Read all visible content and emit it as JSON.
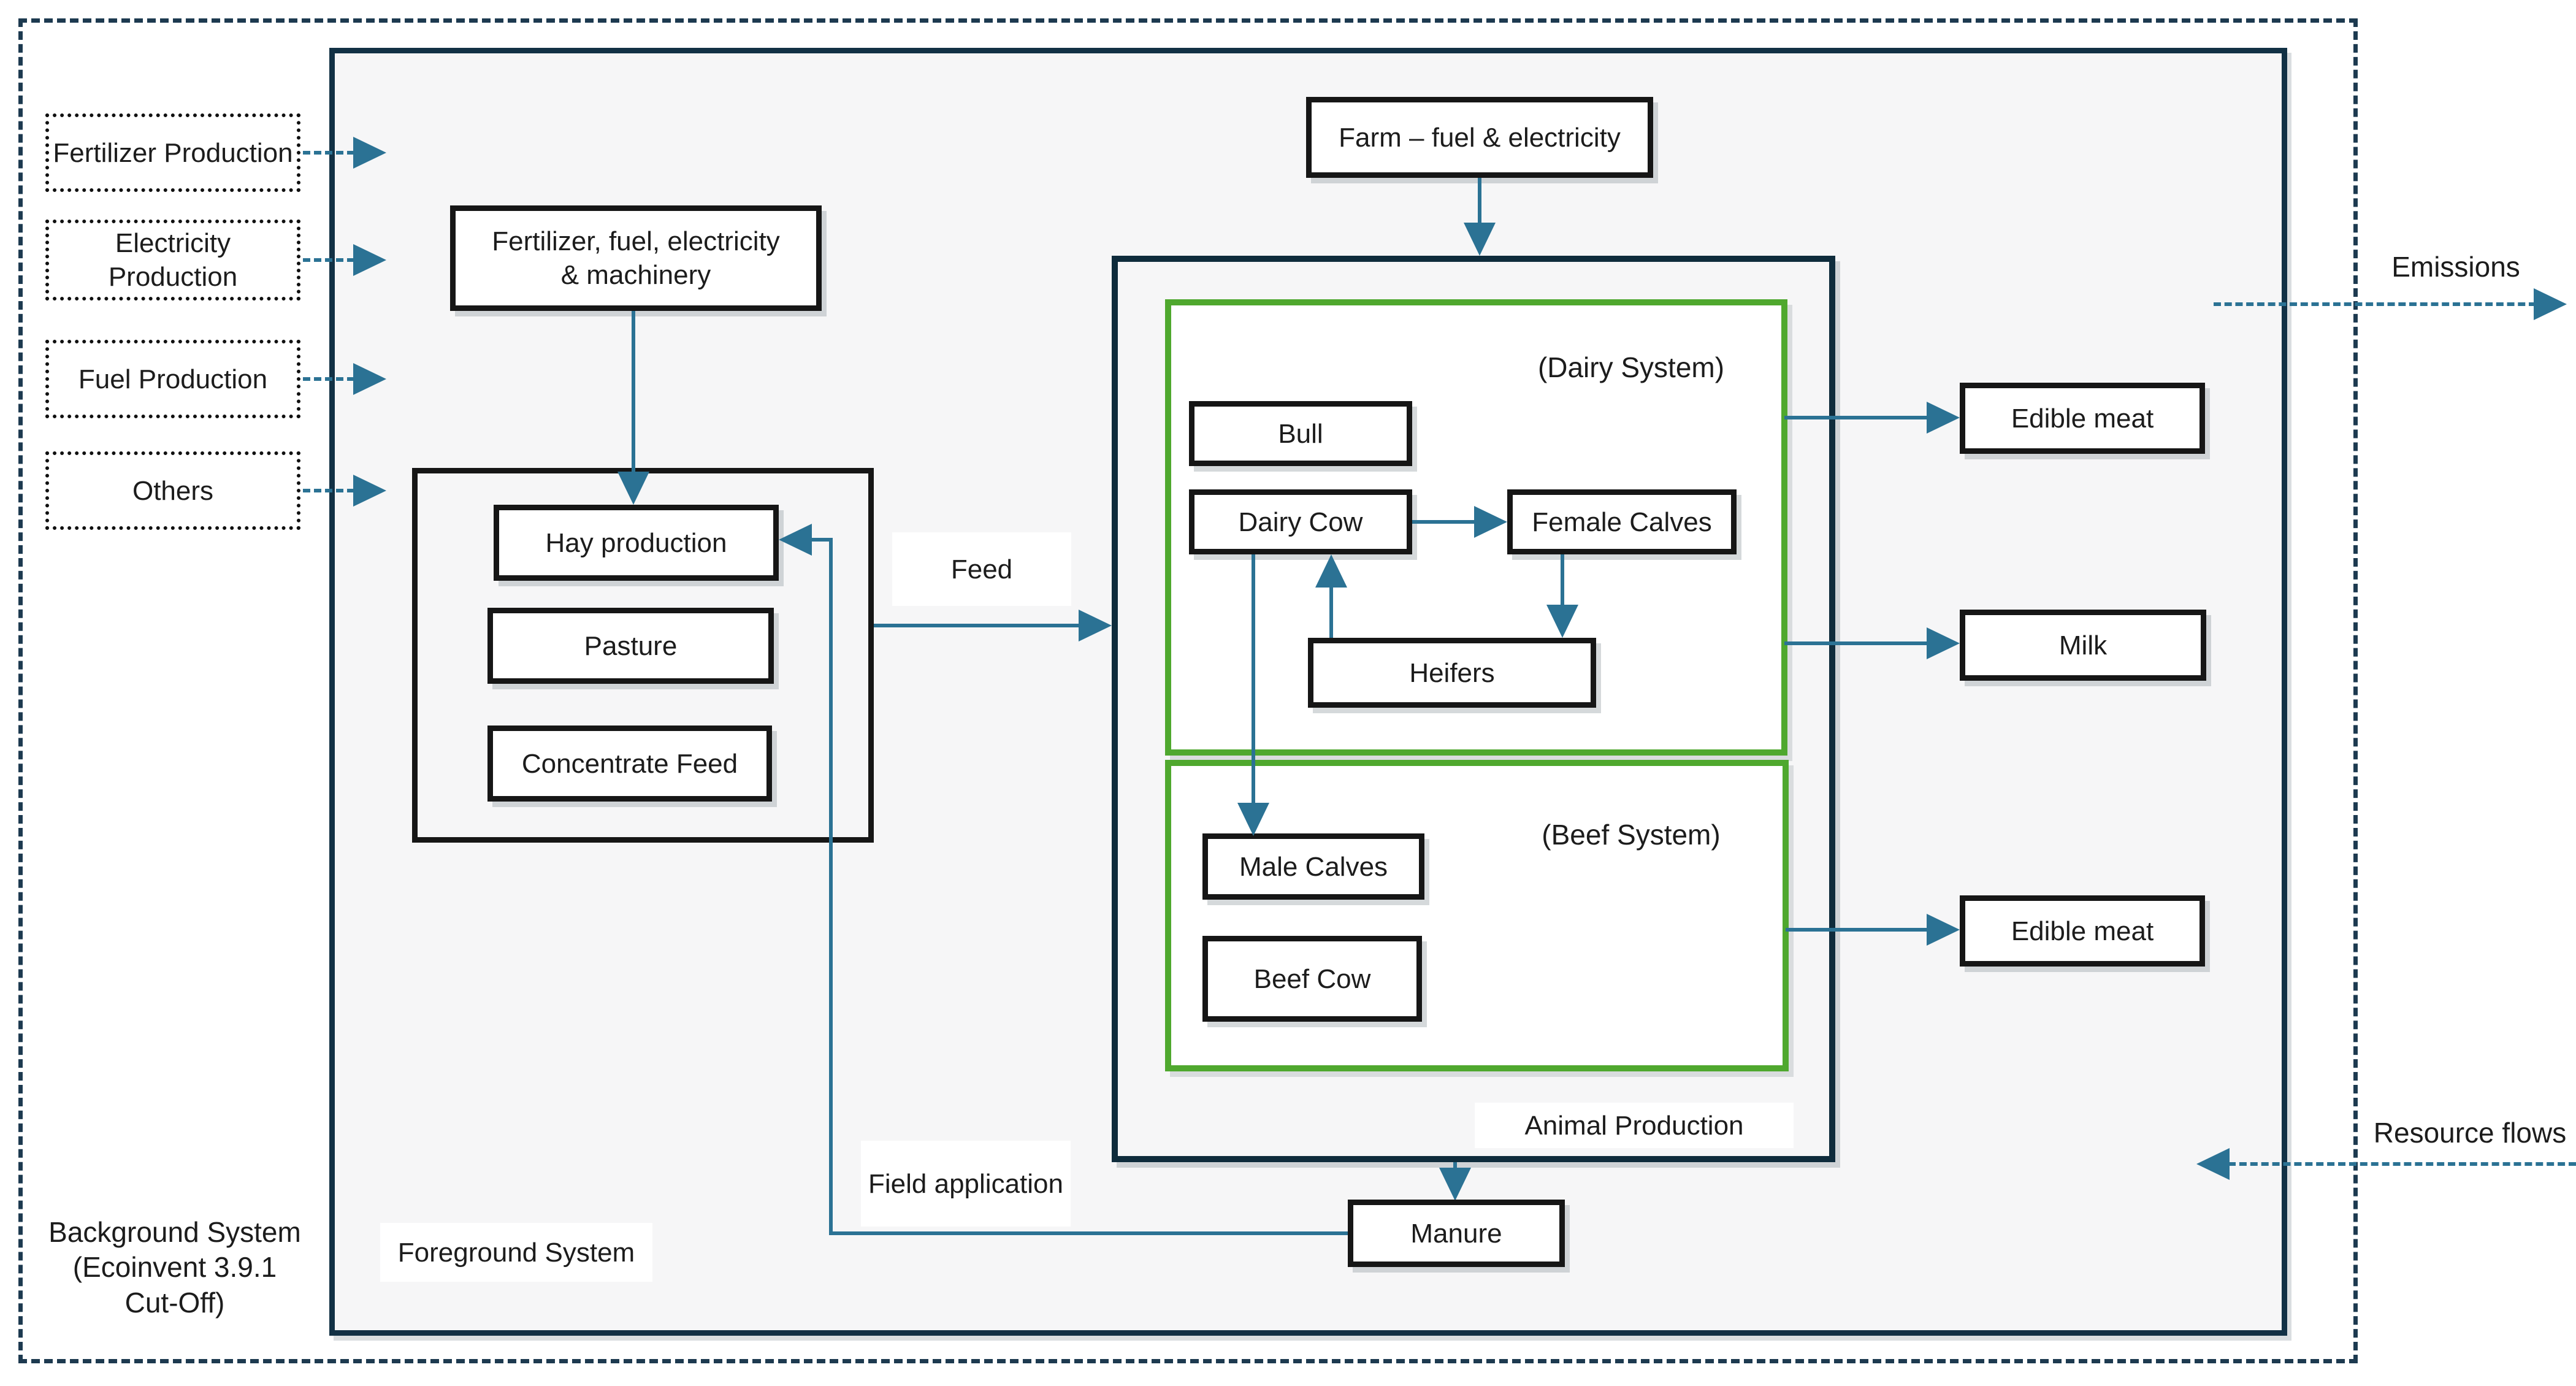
{
  "systems": {
    "background": "Background System (Ecoinvent 3.9.1 Cut-Off)",
    "foreground": "Foreground System"
  },
  "external_inputs": [
    {
      "label": "Fertilizer Production"
    },
    {
      "label": "Electricity Production"
    },
    {
      "label": "Fuel Production"
    },
    {
      "label": "Others"
    }
  ],
  "boxes": {
    "machinery": "Fertilizer, fuel, electricity & machinery",
    "farm": "Farm – fuel & electricity"
  },
  "feed": {
    "items": [
      "Hay production",
      "Pasture",
      "Concentrate Feed"
    ]
  },
  "flows": {
    "feed": "Feed",
    "field_application": "Field application",
    "emissions": "Emissions",
    "resource_flows": "Resource flows"
  },
  "animal": {
    "label": "Animal Production",
    "dairy": {
      "label": "(Dairy System)",
      "bull": "Bull",
      "dairy_cow": "Dairy Cow",
      "female_calves": "Female Calves",
      "heifers": "Heifers"
    },
    "beef": {
      "label": "(Beef System)",
      "male_calves": "Male Calves",
      "beef_cow": "Beef Cow"
    }
  },
  "outputs": {
    "edible_meat_dairy": "Edible meat",
    "milk": "Milk",
    "edible_meat_beef": "Edible meat",
    "manure": "Manure"
  },
  "colors": {
    "arrow_teal": "#2b7294",
    "green_border": "#4fa82e",
    "navy_border": "#0f2c3c",
    "box_border": "#161616",
    "foreground_fill": "#f6f6f7"
  }
}
